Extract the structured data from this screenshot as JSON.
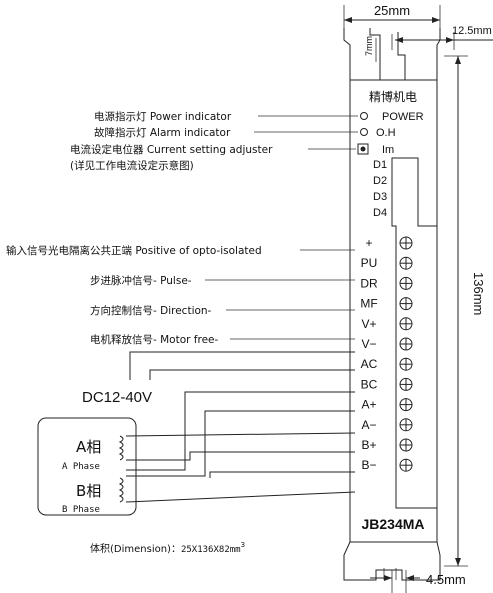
{
  "dimensions": {
    "width_top": "25mm",
    "mount_offset": "12.5mm",
    "slot_depth": "7mm",
    "height_side": "136mm",
    "bottom_offset": "4.5mm"
  },
  "driver": {
    "brand": "精博机电",
    "model": "JB234MA"
  },
  "indicators": [
    {
      "label": "电源指示灯 Power indicator",
      "panel_text": "POWER"
    },
    {
      "label": "故障指示灯 Alarm indicator",
      "panel_text": "O.H"
    },
    {
      "label": "电流设定电位器 Current setting adjuster",
      "panel_text": "Im"
    }
  ],
  "indicator_note": "(详见工作电流设定示意图)",
  "dip_switches": [
    "D1",
    "D2",
    "D3",
    "D4"
  ],
  "signal_labels": [
    "输入信号光电隔离公共正端 Positive of opto-isolated",
    "步进脉冲信号- Pulse-",
    "方向控制信号- Direction-",
    "电机释放信号- Motor free-"
  ],
  "terminals": [
    "+",
    "PU",
    "DR",
    "MF",
    "V+",
    "V−",
    "AC",
    "BC",
    "A+",
    "A−",
    "B+",
    "B−"
  ],
  "power_supply": "DC12-40V",
  "motor": {
    "phase_a_cn": "A相",
    "phase_a_en": "A Phase",
    "phase_b_cn": "B相",
    "phase_b_en": "B Phase"
  },
  "dimension_note": {
    "prefix": "体积(Dimension)：",
    "value": "25X136X82mm",
    "sup": "3"
  }
}
